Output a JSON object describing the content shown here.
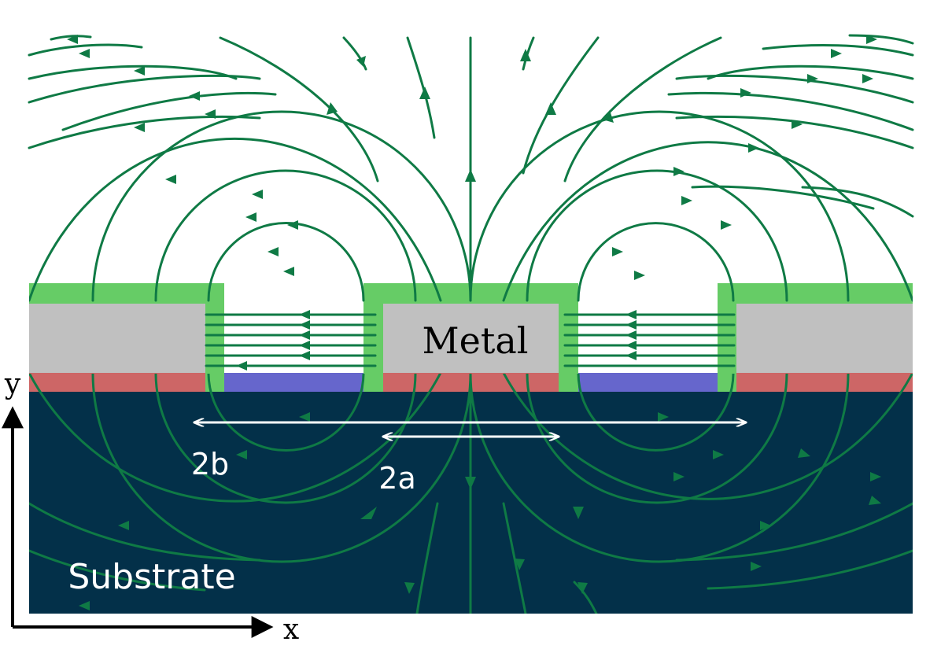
{
  "labels": {
    "metal": "Metal",
    "substrate": "Substrate",
    "dim_2b": "2b",
    "dim_2a": "2a",
    "axis_x": "x",
    "axis_y": "y"
  },
  "colors": {
    "field_line": "#0f7a45",
    "dielectric_coating": "#66cc66",
    "metal": "#c0c0c0",
    "interface_layer": "#cd6666",
    "gap_film": "#6666cc",
    "substrate": "#033049",
    "dimension_arrow": "#ffffff",
    "axis": "#000000"
  }
}
